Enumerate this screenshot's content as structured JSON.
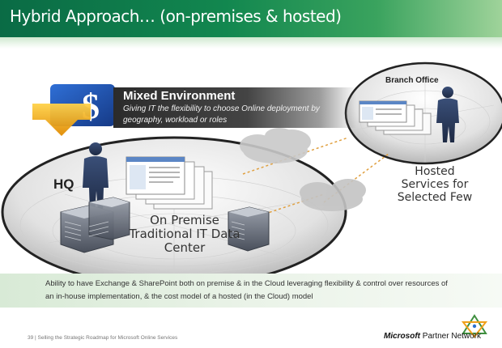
{
  "slide": {
    "title": "Hybrid Approach… (on-premises & hosted)",
    "banner": {
      "title": "Mixed Environment",
      "subtitle": "Giving IT the flexibility to choose Online deployment by geography, workload or roles"
    },
    "hq": {
      "label": "HQ",
      "datacenter_label": "On Premise Traditional IT Data Center"
    },
    "branch": {
      "label": "Branch Office",
      "hosted_label": "Hosted Services for Selected Few"
    },
    "summary": "Ability to have Exchange & SharePoint both on premise & in the Cloud leveraging flexibility & control over resources of an in-house implementation, & the cost model of a hosted (in the Cloud) model",
    "footer": {
      "page_text": "39 | Selling the Strategic Roadmap for Microsoft Online Services",
      "logo_brand": "Microsoft",
      "logo_suffix": "Partner Network"
    },
    "icons": [
      "dollar-icon",
      "person-icon",
      "server-icon",
      "window-stack-icon",
      "cloud-icon",
      "partner-network-icon"
    ]
  }
}
